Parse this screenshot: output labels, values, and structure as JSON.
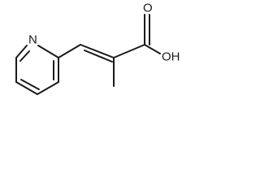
{
  "molecule": {
    "atoms": {
      "ring_nitrogen": "N",
      "carbonyl_oxygen": "O",
      "hydroxyl": "OH"
    }
  }
}
